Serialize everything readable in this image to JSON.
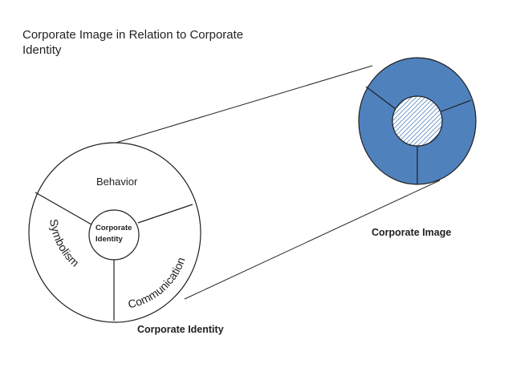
{
  "title": "Corporate Image in Relation to Corporate Identity",
  "identity_circle": {
    "center_label_line1": "Corporate",
    "center_label_line2": "Identity",
    "segments": [
      "Behavior",
      "Symbolism",
      "Communication"
    ]
  },
  "captions": {
    "corporate_image": "Corporate Image",
    "corporate_identity": "Corporate Identity"
  },
  "colors": {
    "image_fill": "#4f81bd",
    "image_stroke": "#1f1f1f",
    "hatch": "#4f81bd",
    "line": "#222222"
  }
}
